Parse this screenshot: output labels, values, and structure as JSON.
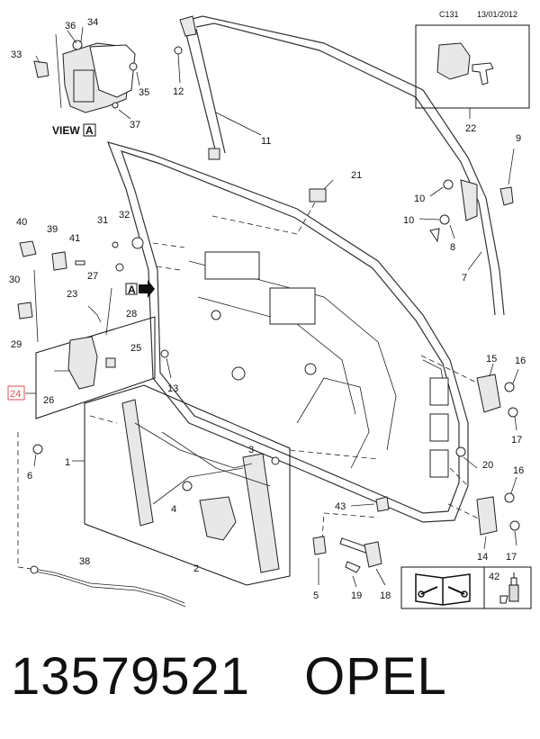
{
  "header": {
    "code": "C131",
    "date": "13/01/2012"
  },
  "view_label": "VIEW",
  "view_letter": "A",
  "arrow_letter": "A",
  "highlighted_label": "24",
  "labels": {
    "l1": "1",
    "l2": "2",
    "l3": "3",
    "l4": "4",
    "l5": "5",
    "l6": "6",
    "l7": "7",
    "l8": "8",
    "l9": "9",
    "l10a": "10",
    "l10b": "10",
    "l11": "11",
    "l12": "12",
    "l13": "13",
    "l14": "14",
    "l15": "15",
    "l16a": "16",
    "l16b": "16",
    "l17a": "17",
    "l17b": "17",
    "l18": "18",
    "l19": "19",
    "l20": "20",
    "l21": "21",
    "l22": "22",
    "l23": "23",
    "l25": "25",
    "l26": "26",
    "l27": "27",
    "l28": "28",
    "l29": "29",
    "l30": "30",
    "l31": "31",
    "l32": "32",
    "l33": "33",
    "l34": "34",
    "l35": "35",
    "l36": "36",
    "l37": "37",
    "l38": "38",
    "l39": "39",
    "l40": "40",
    "l41": "41",
    "l42": "42",
    "l43": "43"
  },
  "icons": {
    "manual": "manual-tool-icon",
    "lubricant": "lubricant-icon"
  },
  "colors": {
    "highlight": "#e05050"
  },
  "footer": {
    "part_number": "13579521",
    "brand": "OPEL"
  }
}
